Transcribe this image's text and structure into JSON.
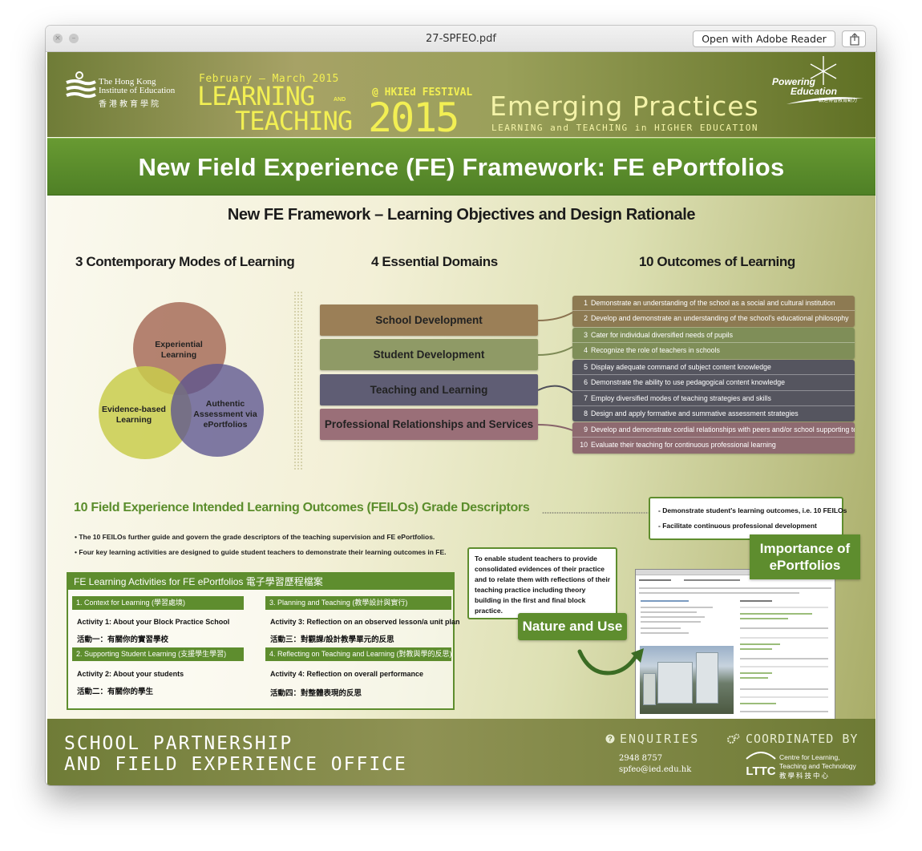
{
  "window": {
    "title": "27-SPFEO.pdf",
    "open_button": "Open with Adobe Reader",
    "share_icon": "share-icon",
    "close_icon": "close-icon",
    "minimize_icon": "minimize-icon"
  },
  "header": {
    "ied_name_line1": "The Hong Kong",
    "ied_name_line2": "Institute of Education",
    "ied_name_zh": "香港教育學院",
    "date": "February – March 2015",
    "learning": "LEARNING",
    "and": "AND",
    "teaching": "TEACHING",
    "year": "2015",
    "festival": "@ HKIEd FESTIVAL",
    "emerging": "Emerging Practices",
    "emerging_sub": "LEARNING and TEACHING in HIGHER EDUCATION",
    "powering_1": "Powering",
    "powering_2": "Education",
    "powering_zh": "啟迪博智教育動力"
  },
  "main_title": "New Field Experience (FE) Framework: FE ePortfolios",
  "section_title": "New FE Framework – Learning Objectives and Design Rationale",
  "columns": {
    "modes": "3 Contemporary Modes of Learning",
    "domains": "4 Essential Domains",
    "outcomes": "10 Outcomes of Learning"
  },
  "venn": {
    "experiential": "Experiential Learning",
    "evidence": "Evidence-based Learning",
    "authentic": "Authentic Assessment via ePortfolios"
  },
  "domains": [
    {
      "label": "School Development",
      "color": "#9b7f57"
    },
    {
      "label": "Student Development",
      "color": "#8f9a66"
    },
    {
      "label": "Teaching and Learning",
      "color": "#5f5d74"
    },
    {
      "label": "Professional Relationships and Services",
      "color": "#9a6f78"
    }
  ],
  "outcome_groups": [
    {
      "color": "#8d7a52",
      "items": [
        {
          "num": "1",
          "text": "Demonstrate an understanding of the school as a social and cultural institution"
        },
        {
          "num": "2",
          "text": "Develop and demonstrate an understanding of the school's educational philosophy"
        }
      ]
    },
    {
      "color": "#7f8e58",
      "items": [
        {
          "num": "3",
          "text": "Cater for individual diversified needs of pupils"
        },
        {
          "num": "4",
          "text": "Recognize the role of teachers in schools"
        }
      ]
    },
    {
      "color": "#55555f",
      "items": [
        {
          "num": "5",
          "text": "Display adequate command of subject content knowledge"
        },
        {
          "num": "6",
          "text": "Demonstrate the ability to use pedagogical content knowledge"
        },
        {
          "num": "7",
          "text": "Employ diversified modes of teaching strategies and skills"
        },
        {
          "num": "8",
          "text": "Design and apply formative and summative assessment strategies"
        }
      ]
    },
    {
      "color": "#8e6a70",
      "items": [
        {
          "num": "9",
          "text": "Develop and demonstrate cordial relationships with peers and/or school supporting team"
        },
        {
          "num": "10",
          "text": "Evaluate their teaching for continuous professional learning"
        }
      ]
    }
  ],
  "feilo": {
    "title": "10 Field Experience Intended Learning Outcomes (FEILOs) Grade Descriptors",
    "bullet1": "• The 10 FEILOs further guide and govern the grade descriptors of the teaching supervision and FE ePortfolios.",
    "bullet2": "• Four key learning activities are designed to guide student teachers to demonstrate their learning outcomes in FE."
  },
  "activities": {
    "title": "FE Learning Activities for FE ePortfolios 電子學習歷程檔案",
    "items": [
      {
        "head": "1. Context for Learning (學習處境)",
        "activity": "Activity 1: About your Block Practice School",
        "zh": "活動一：有關你的實習學校"
      },
      {
        "head": "3. Planning and Teaching (教學設計與實行)",
        "activity": "Activity 3: Reflection on an observed lesson/a unit plan",
        "zh": "活動三：對觀課/設計教學單元的反思"
      },
      {
        "head": "2. Supporting Student Learning (支援學生學習)",
        "activity": "Activity 2: About your students",
        "zh": "活動二：有關你的學生"
      },
      {
        "head": "4. Reflecting on Teaching and Learning (對教與學的反思)",
        "activity": "Activity 4: Reflection on overall performance",
        "zh": "活動四：對整體表現的反思"
      }
    ]
  },
  "importance": {
    "item1": "-   Demonstrate student's learning outcomes, i.e. 10 FEILOs",
    "item2": "-   Facilitate continuous professional development",
    "badge_line1": "Importance of",
    "badge_line2": "ePortfolios"
  },
  "nature": {
    "text": "To enable student teachers to provide consolidated evidences of their practice and to relate them with reflections of their teaching practice including theory building in the first and final block practice.",
    "badge": "Nature and Use"
  },
  "footer": {
    "office_line1": "SCHOOL PARTNERSHIP",
    "office_line2": "AND FIELD EXPERIENCE OFFICE",
    "enquiries": "ENQUIRIES",
    "phone": "2948 8757",
    "email": "spfeo@ied.edu.hk",
    "coordinated": "COORDINATED BY",
    "centre_line1": "Centre for Learning,",
    "centre_line2": "Teaching and Technology",
    "centre_zh": "教學科技中心",
    "centre_logo": "LTTC"
  }
}
